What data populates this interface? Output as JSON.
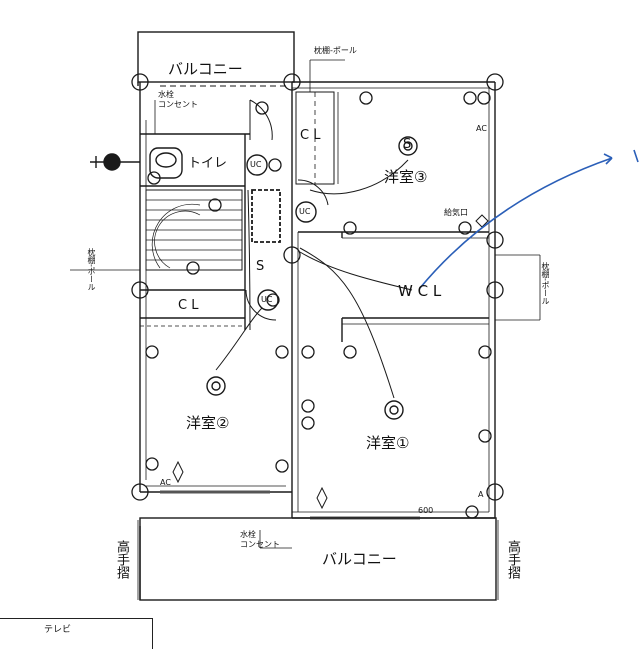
{
  "rooms": {
    "balcony_top": "バルコニー",
    "balcony_bottom": "バルコニー",
    "room3": "洋室③",
    "room2": "洋室②",
    "room1": "洋室①",
    "wcl": "W C L",
    "cl_left": "C L",
    "cl_top": "C L",
    "toilet": "トイレ"
  },
  "labels": {
    "faucet_outlet_top": [
      "水栓",
      "コンセント"
    ],
    "faucet_outlet_bottom": [
      "水栓",
      "コンセント"
    ],
    "pillow_pole_top": "枕棚-ポール",
    "pillow_pole_left": "枕棚-ポール",
    "pillow_pole_right": "枕棚-ポール",
    "vent": "給気口",
    "ac_top": "AC",
    "ac_left": "AC",
    "ac_right": "A",
    "dim_600": "600",
    "handrail_left": "高手摺",
    "handrail_right": "高手摺",
    "tv": "テレビ"
  },
  "symbols": {
    "switch": "S",
    "uc": "UC"
  },
  "colors": {
    "line": "#1a1a1a",
    "annotation": "#2b5fb8"
  }
}
